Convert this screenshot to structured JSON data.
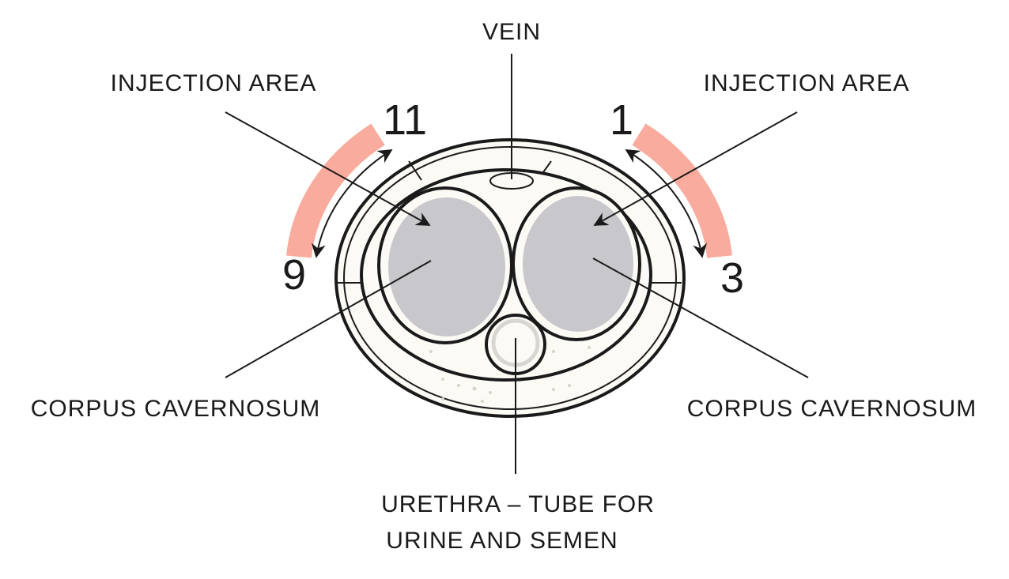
{
  "labels": {
    "vein": "VEIN",
    "injection_left": "INJECTION AREA",
    "injection_right": "INJECTION AREA",
    "corpus_left": "CORPUS CAVERNOSUM",
    "corpus_right": "CORPUS CAVERNOSUM",
    "urethra_line1": "URETHRA – TUBE FOR",
    "urethra_line2": "URINE AND SEMEN"
  },
  "clock_positions": {
    "top_left": "11",
    "top_right": "1",
    "left": "9",
    "right": "3"
  },
  "colors": {
    "injection_zone": "#f9ab9d",
    "tissue": "#fbfaf5",
    "corpus_fill": "#c8c7cb",
    "stroke": "#1a1a1a"
  }
}
